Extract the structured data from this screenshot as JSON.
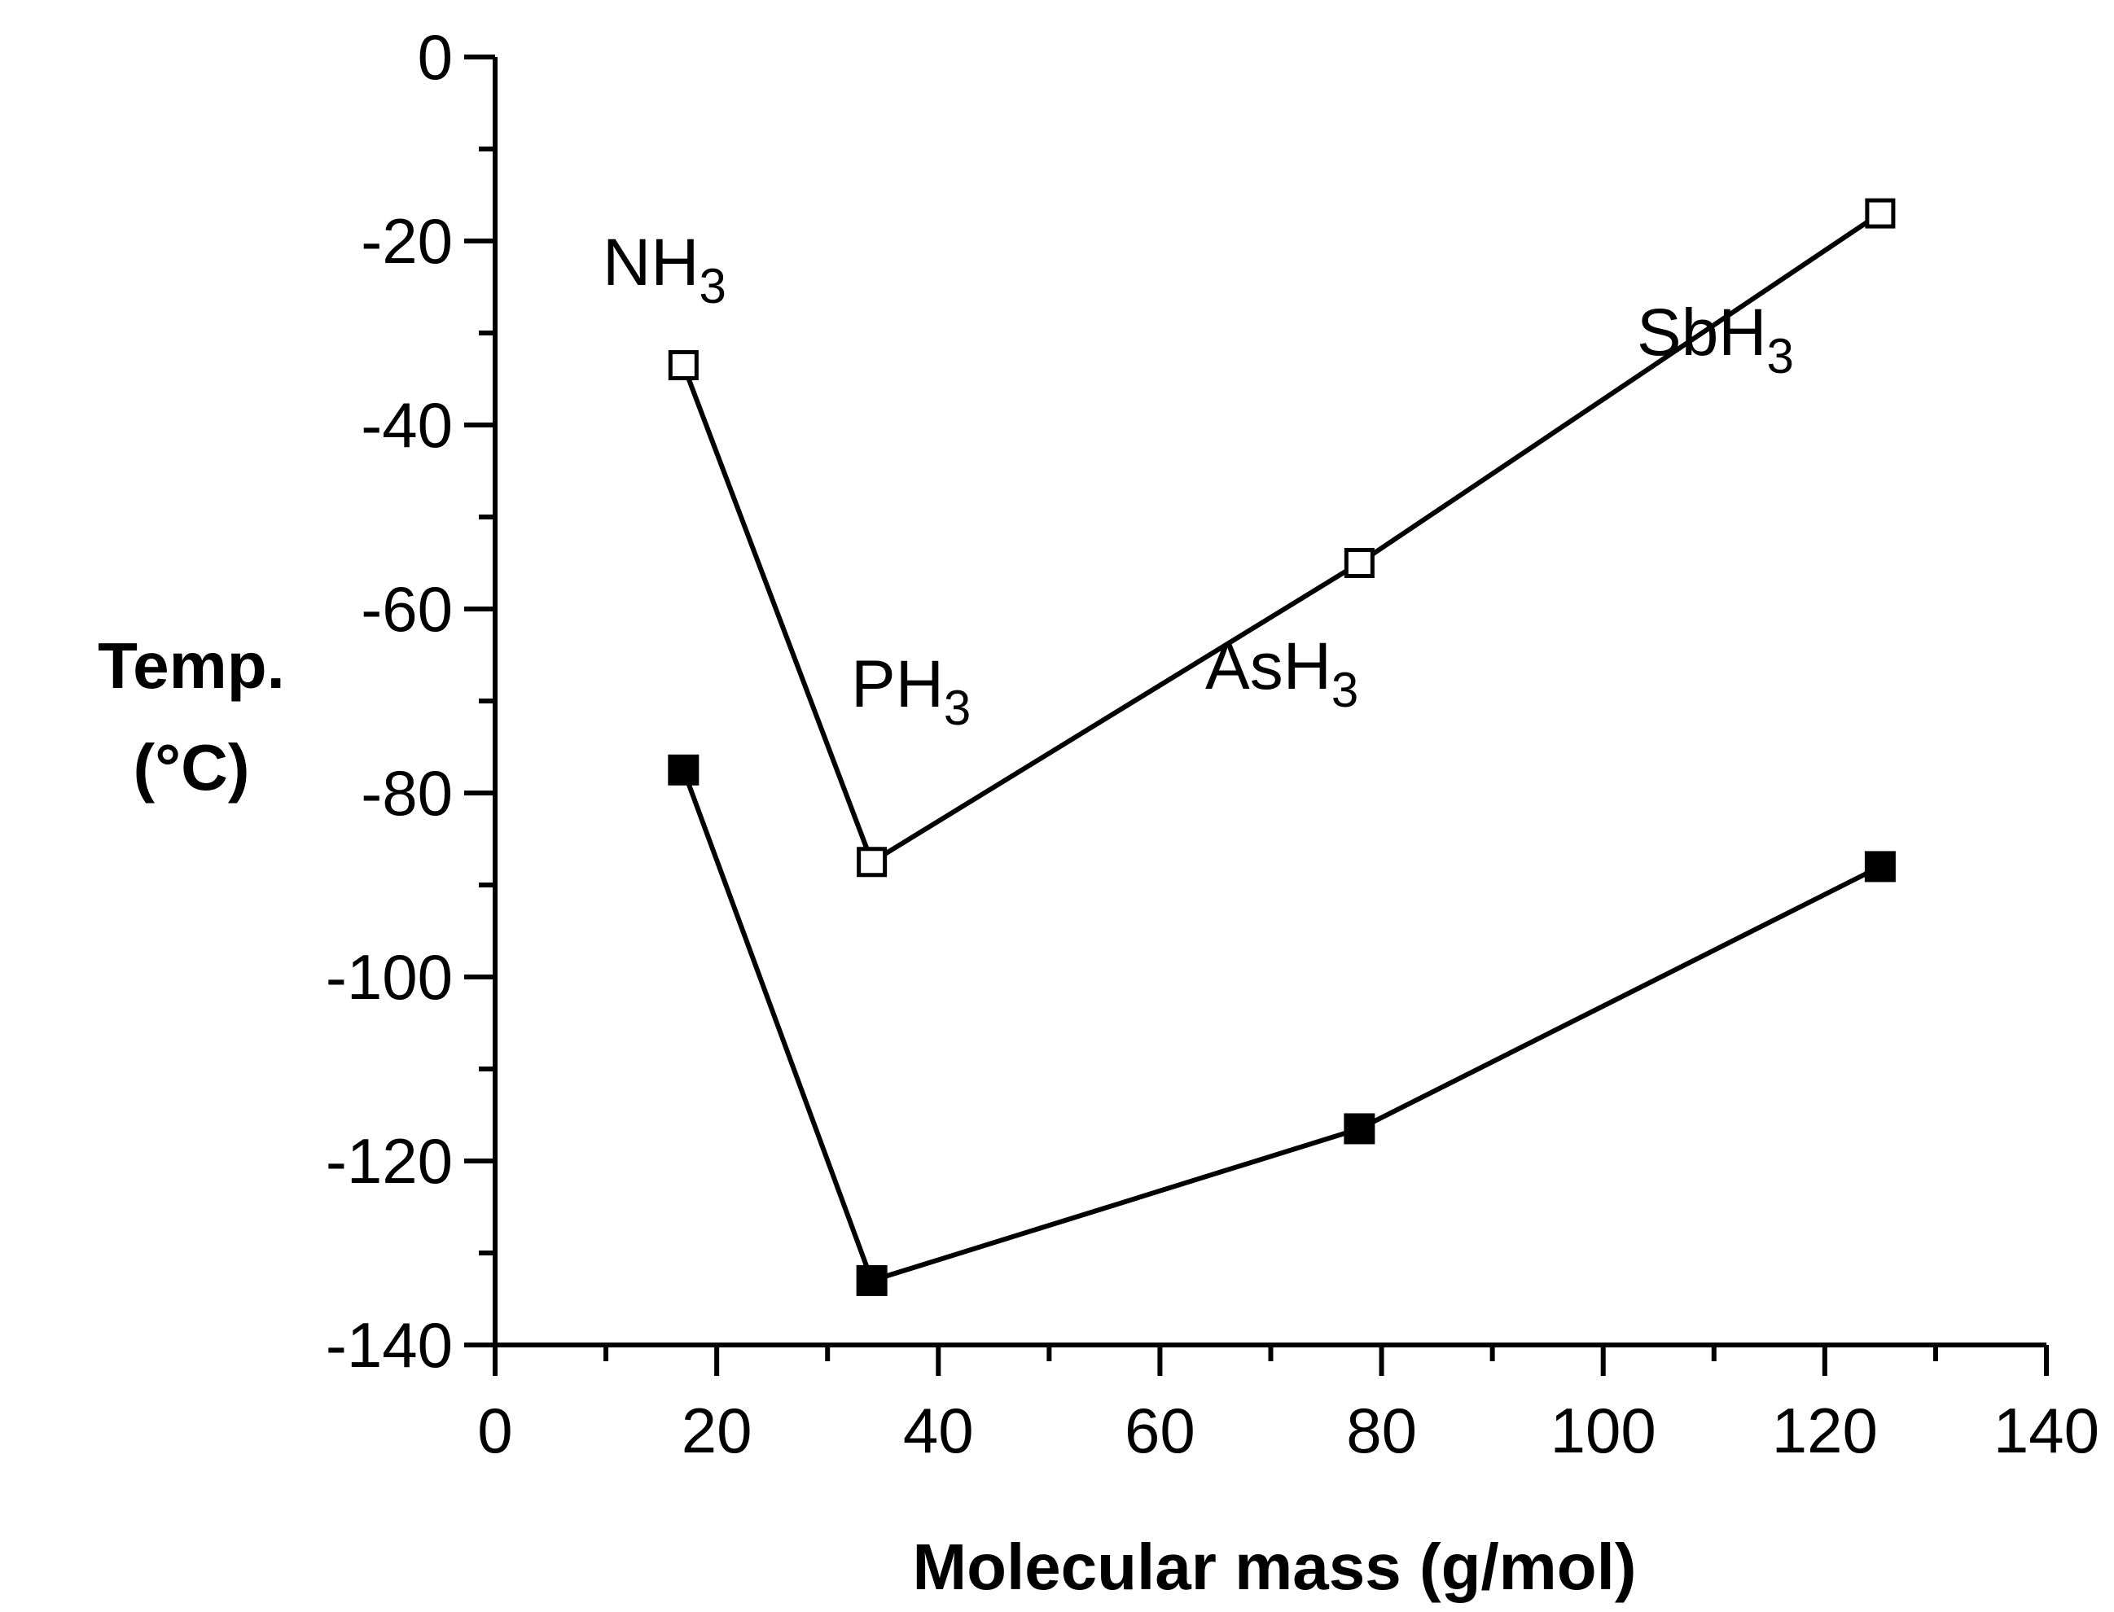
{
  "chart_data": {
    "type": "line",
    "title": "",
    "xlabel": "Molecular mass (g/mol)",
    "ylabel": [
      "Temp.",
      "(°C)"
    ],
    "xlim": [
      0,
      140
    ],
    "ylim": [
      -140,
      0
    ],
    "x_ticks": [
      0,
      20,
      40,
      60,
      80,
      100,
      120,
      140
    ],
    "y_ticks": [
      0,
      -20,
      -40,
      -60,
      -80,
      -100,
      -120,
      -140
    ],
    "x_tick_labels": [
      "0",
      "20",
      "40",
      "60",
      "80",
      "100",
      "120",
      "140"
    ],
    "y_tick_labels": [
      "0",
      "-20",
      "-40",
      "-60",
      "-80",
      "-100",
      "-120",
      "-140"
    ],
    "grid": false,
    "legend": "none",
    "categories": [
      "NH3",
      "PH3",
      "AsH3",
      "SbH3"
    ],
    "point_labels": [
      {
        "base": "NH",
        "sub": "3"
      },
      {
        "base": "PH",
        "sub": "3"
      },
      {
        "base": "AsH",
        "sub": "3"
      },
      {
        "base": "SbH",
        "sub": "3"
      }
    ],
    "series": [
      {
        "marker": "open-square",
        "color": "#000000",
        "x": [
          17,
          34,
          78,
          125
        ],
        "y": [
          -33.5,
          -87.5,
          -55,
          -17
        ]
      },
      {
        "marker": "filled-square",
        "color": "#000000",
        "x": [
          17,
          34,
          78,
          125
        ],
        "y": [
          -77.5,
          -133,
          -116.5,
          -88
        ]
      }
    ]
  }
}
